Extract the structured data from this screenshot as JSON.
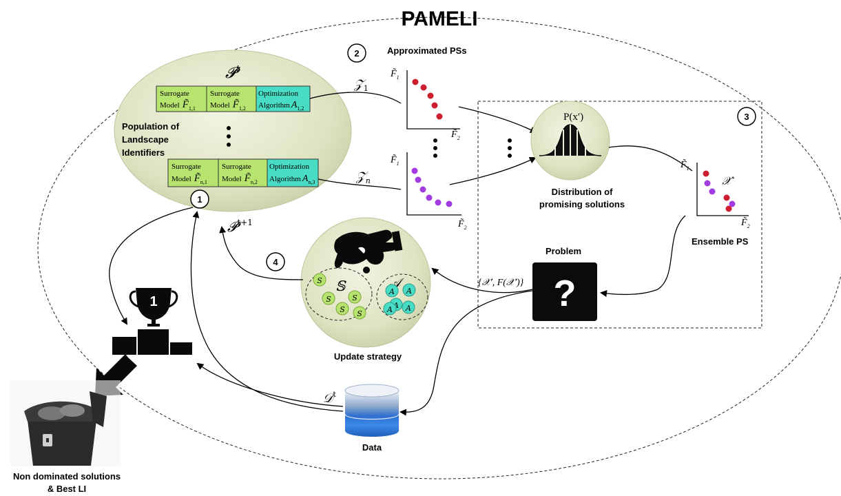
{
  "title": "PAMELI",
  "colors": {
    "surrogate": "#b7e36f",
    "optimization": "#49dcc4",
    "sphere": "#e3e6c8",
    "red_point": "#cc1f2f",
    "purple_point": "#a03ce0",
    "data_blue": "#2c72d0"
  },
  "population": {
    "symbol": "𝓟",
    "symbol_sup": "t",
    "label_lines": [
      "Population of",
      "Landscape",
      "Identifiers"
    ],
    "row1": [
      {
        "l1": "Surrogate",
        "l2": "Model",
        "f": "F̃",
        "sub": "1,1"
      },
      {
        "l1": "Surrogate",
        "l2": "Model",
        "f": "F̃",
        "sub": "1,2"
      },
      {
        "l1": "Optimization",
        "l2": "Algorithm",
        "f": "A",
        "sub": "1,2"
      }
    ],
    "row2": [
      {
        "l1": "Surrogate",
        "l2": "Model",
        "f": "F̃",
        "sub": "n,1"
      },
      {
        "l1": "Surrogate",
        "l2": "Model",
        "f": "F̃",
        "sub": "n,2"
      },
      {
        "l1": "Optimization",
        "l2": "Algorithm",
        "f": "A",
        "sub": "n,3"
      }
    ]
  },
  "steps": {
    "s1": "1",
    "s2": "2",
    "s3": "3",
    "s4": "4"
  },
  "approx_ps": {
    "title": "Approximated PSs",
    "z1": "𝒵",
    "z1_sub": "1",
    "zn": "𝒵",
    "zn_sub": "n",
    "axis_f1": "F̃",
    "axis_f1_sub": "1",
    "axis_f2": "F̃",
    "axis_f2_sub": "2"
  },
  "distribution": {
    "px": "P(x′)",
    "label_lines": [
      "Distribution of",
      "promising solutions"
    ]
  },
  "ensemble": {
    "xprime": "𝒳′",
    "label": "Ensemble PS"
  },
  "problem": {
    "label": "Problem",
    "mark": "?"
  },
  "feedback": "{𝒳′, F(𝒳′)}",
  "update": {
    "label": "Update strategy",
    "set_s": "𝕊",
    "set_a": "𝒜",
    "item_s": "S",
    "item_a": "A"
  },
  "next_pop": {
    "symbol": "𝓟",
    "sup": "t+1"
  },
  "data": {
    "label": "Data",
    "symbol": "𝒟",
    "sup": "t"
  },
  "treasure": {
    "label_lines": [
      "Non dominated solutions",
      "& Best LI"
    ]
  },
  "trophy_rank": "1"
}
